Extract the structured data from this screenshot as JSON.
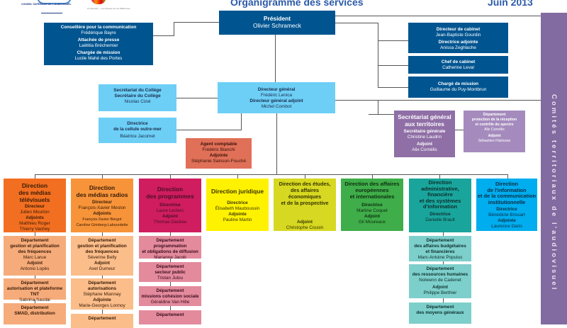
{
  "header": {
    "logo_text": "CONSEIL SUPÉRIEUR DE L'AUDIOVISUEL",
    "logo2_text": "La diversité — La richesse de nos différences",
    "title": "Organigramme des services",
    "date": "Juin 2013"
  },
  "sidebar": {
    "label": "Comités territoriaux de l'audiovisuel"
  },
  "president": {
    "title": "Président",
    "name": "Olivier Schrameck"
  },
  "communication": {
    "role1": "Conseillère pour la communication",
    "name1": "Frédérique Bayre",
    "role2": "Attachée de presse",
    "name2": "Laëtitia Bréchemier",
    "role3": "Chargée de mission",
    "name3": "Lucile Mahé des Portes"
  },
  "cabinet": {
    "director_role": "Directeur de cabinet",
    "director_name": "Jean-Baptiste Gourdin",
    "deputy_role": "Directrice adjointe",
    "deputy_name": "Anissa Zeghlache",
    "chief_role": "Chef de cabinet",
    "chief_name": "Catherine Leval",
    "mission_role": "Chargé de mission",
    "mission_name": "Guillaume du Puy-Montbrun"
  },
  "college": {
    "title": "Secrétariat du Collège",
    "role": "Secrétaire du Collège",
    "name": "Nicolas Cizel"
  },
  "outremer": {
    "title1": "Directrice",
    "title2": "de la cellule outre-mer",
    "name": "Béatrice Jacomet"
  },
  "dg": {
    "role1": "Directeur général",
    "name1": "Frédéric Lenica",
    "role2": "Directeur général adjoint",
    "name2": "Michel Combot"
  },
  "comptable": {
    "role1": "Agent comptable",
    "name1": "Frédéric Bianchi",
    "role2": "Adjointe",
    "name2": "Stéphanie Sainson-Fouché"
  },
  "sgt": {
    "title1": "Secrétariat général",
    "title2": "aux territoires",
    "role1": "Secrétaire générale",
    "name1": "Christine Laudrin",
    "role2": "Adjoint",
    "name2": "Alix Cornélis"
  },
  "spectre": {
    "l1": "Département",
    "l2": "protection de la réception",
    "l3": "et contrôle du spectre",
    "name1": "Alix Cornélis",
    "role2": "Adjoint",
    "name2": "Sébastien Flatresse"
  },
  "directions": [
    {
      "t1": "Direction",
      "t2": "des médias télévisuels",
      "r1": "Directeur",
      "n1": "Julien Mourlon",
      "r2": "Adjoints",
      "n2": "Matthieu Roger",
      "n3": "Thierry Vachey"
    },
    {
      "t1": "Direction",
      "t2": "des médias radios",
      "r1": "Directeur",
      "n1": "François-Xavier Meslon",
      "r2": "Adjoints",
      "n2": "François-Xavier Bergot",
      "n3": "Caroline Grinberg-Labourdette"
    },
    {
      "t1": "Direction",
      "t2": "des programmes",
      "r1": "Directrice",
      "n1": "Laure Leclerc",
      "r2": "Adjoint",
      "n2": "Thomas Dautieu"
    },
    {
      "t1": "Direction juridique",
      "r1": "Directrice",
      "n1": "Élisabeth Mauboussin",
      "r2": "Adjointe",
      "n2": "Pauline Martin"
    },
    {
      "t1": "Direction des études,",
      "t2": "des affaires économiques",
      "t3": "et de la prospective",
      "r2": "Adjoint",
      "n2": "Christophe Cousin"
    },
    {
      "t1": "Direction des affaires",
      "t2": "européennes",
      "t3": "et internationales",
      "r1": "Directrice",
      "n1": "Martine Coquet",
      "r2": "Adjoint",
      "n2": "Gil Moureaux"
    },
    {
      "t1": "Direction",
      "t2": "administrative,",
      "t3": "financière",
      "t4": "et des systèmes",
      "t5": "d'information",
      "r1": "Directrice",
      "n1": "Danielle Brault"
    },
    {
      "t1": "Direction",
      "t2": "de l'information",
      "t3": "et de la communication",
      "t4": "institutionnelle",
      "r1": "Directrice",
      "n1": "Bénédicte Brissart",
      "r2": "Adjointe",
      "n2": "Laurence Dario"
    }
  ],
  "departments": {
    "tv": [
      {
        "l1": "Département",
        "l2": "gestion et planification",
        "l3": "des fréquences",
        "n1": "Marc Larue",
        "r2": "Adjoint",
        "n2": "Antonio Lopès"
      },
      {
        "l1": "Département",
        "l2": "autorisation et plateforme TNT",
        "n1": "Sabrina Saudai"
      },
      {
        "l1": "Département",
        "l2": "SMAD, distribution"
      }
    ],
    "radio": [
      {
        "l1": "Département",
        "l2": "gestion et planification",
        "l3": "des fréquences",
        "n1": "Séverine Belly",
        "r2": "Adjoint",
        "n2": "Axel Dumeur"
      },
      {
        "l1": "Département",
        "l2": "autorisations",
        "n1": "Stéphane Miannay",
        "r2": "Adjointe",
        "n2": "Marie-Georges Lonnoy"
      },
      {
        "l1": "Département"
      }
    ],
    "programmes": [
      {
        "l1": "Département",
        "l2": "programmation",
        "l3": "et obligations de diffusion",
        "n1": "Marianne Jacob"
      },
      {
        "l1": "Département",
        "l2": "secteur public",
        "n1": "Tristan Julou"
      },
      {
        "l1": "Département",
        "l2": "missions cohésion sociale",
        "n1": "Géraldine Van Hille"
      },
      {
        "l1": "Département"
      }
    ],
    "admin": [
      {
        "l1": "Département",
        "l2": "des affaires budgétaires",
        "l3": "et financières",
        "n1": "Marc-Antoine Populus"
      },
      {
        "l1": "Département",
        "l2": "des ressources humaines",
        "n1": "Nolwenn de Cadenet",
        "r2": "Adjoint",
        "n2": "Philippe Berthier"
      },
      {
        "l1": "Département",
        "l2": "des moyens généraux"
      }
    ]
  }
}
